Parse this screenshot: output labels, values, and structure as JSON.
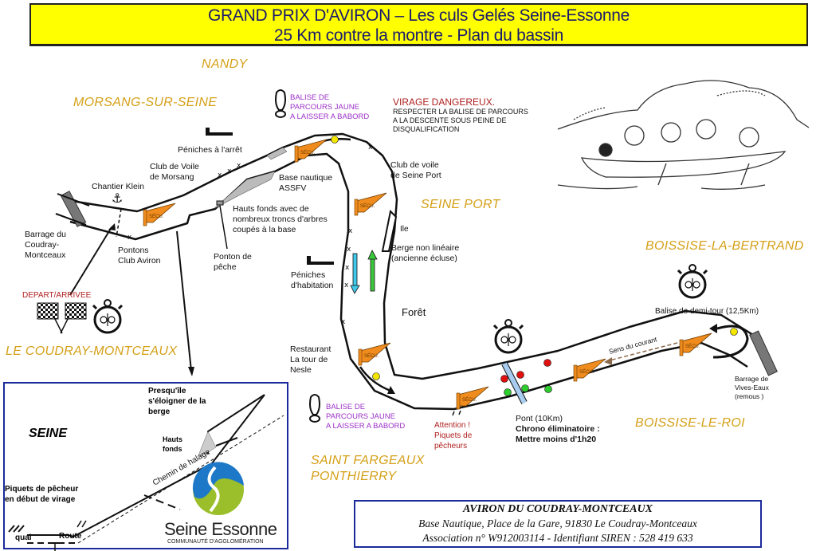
{
  "header": {
    "title_line1": "GRAND PRIX D'AVIRON – Les culs Gelés Seine-Essonne",
    "title_line2": "25 Km contre la montre - Plan du bassin"
  },
  "colors": {
    "title_bg": "#ffff00",
    "town_label": "#d4a017",
    "buoy_text": "#9b30c8",
    "warning_text": "#b02020",
    "secu_flag": "#f08c1e",
    "buoy_yellow": "#f2e600",
    "signal_red": "#e01010",
    "signal_green": "#2ecc2e",
    "bridge": "#a8cdf0",
    "arrow_down": "#40c8e8",
    "arrow_up": "#3cc83c",
    "frame_border": "#1a2a9a"
  },
  "towns": {
    "nandy": "NANDY",
    "morsang": "MORSANG-SUR-SEINE",
    "seine_port": "SEINE PORT",
    "boissise_bertrand": "BOISSISE-LA-BERTRAND",
    "boissise_roi": "BOISSISE-LE-ROI",
    "coudray": "LE COUDRAY-MONTCEAUX",
    "saint_fargeaux_1": "SAINT FARGEAUX",
    "saint_fargeaux_2": "PONTHIERRY"
  },
  "labels": {
    "peniches_arret": "Péniches à l'arrêt",
    "club_voile_morsang": [
      "Club de Voile",
      "de Morsang"
    ],
    "chantier_klein": "Chantier Klein",
    "barrage_coudray": [
      "Barrage du",
      "Coudray-",
      "Montceaux"
    ],
    "pontons": [
      "Pontons",
      "Club Aviron"
    ],
    "ponton_peche": [
      "Ponton de",
      "pêche"
    ],
    "hauts_fonds": [
      "Hauts fonds avec de",
      "nombreux troncs d'arbres",
      "coupés à la base"
    ],
    "base_nautique": [
      "Base nautique",
      "ASSFV"
    ],
    "club_voile_seine_port": [
      "Club de voile",
      "de Seine Port"
    ],
    "ile": "Ile",
    "berge": [
      "Berge non linéaire",
      "(ancienne écluse)"
    ],
    "peniches_habitation": [
      "Péniches",
      "d'habitation"
    ],
    "foret": "Forêt",
    "restaurant": [
      "Restaurant",
      "La tour de",
      "Nesle"
    ],
    "depart_arrivee": "DEPART/ARRIVEE",
    "balise_demi_tour": "Balise de demi-tour (12,5Km)",
    "sens_courant": "Sens du courant",
    "barrage_vives": [
      "Barrage de",
      "Vives-Eaux",
      "(remous )"
    ],
    "pont": "Pont (10Km)",
    "chrono": [
      "Chrono éliminatoire :",
      "Mettre moins d'1h20"
    ],
    "attention": [
      "Attention !",
      "Piquets de",
      "pêcheurs"
    ],
    "secu_flag_text": "SÉCU."
  },
  "buoy_notes": [
    [
      "BALISE DE",
      "PARCOURS JAUNE",
      "A LAISSER A BABORD"
    ],
    [
      "BALISE DE",
      "PARCOURS JAUNE",
      "A LAISSER A BABORD"
    ]
  ],
  "virage": {
    "title": "VIRAGE DANGEREUX.",
    "lines": [
      "RESPECTER LA BALISE DE PARCOURS",
      "A LA DESCENTE SOUS PEINE DE",
      "DISQUALIFICATION"
    ]
  },
  "inset": {
    "seine": "SEINE",
    "presquile": [
      "Presqu'île",
      "s'éloigner de la",
      "berge"
    ],
    "hauts_fonds": [
      "Hauts",
      "fonds"
    ],
    "chemin": "Chemin de halage",
    "piquets": [
      "Piquets de pêcheur",
      "en début de virage"
    ],
    "quai": "quai",
    "route": "Route",
    "logo_name": "Seine Essonne",
    "logo_sub": "COMMUNAUTÉ D'AGGLOMÉRATION"
  },
  "footer": {
    "line1": "AVIRON DU COUDRAY-MONTCEAUX",
    "line2": "Base Nautique, Place de la Gare, 91830 Le Coudray-Montceaux",
    "line3": "Association n° W912003114 - Identifiant SIREN : 528 419 633"
  }
}
